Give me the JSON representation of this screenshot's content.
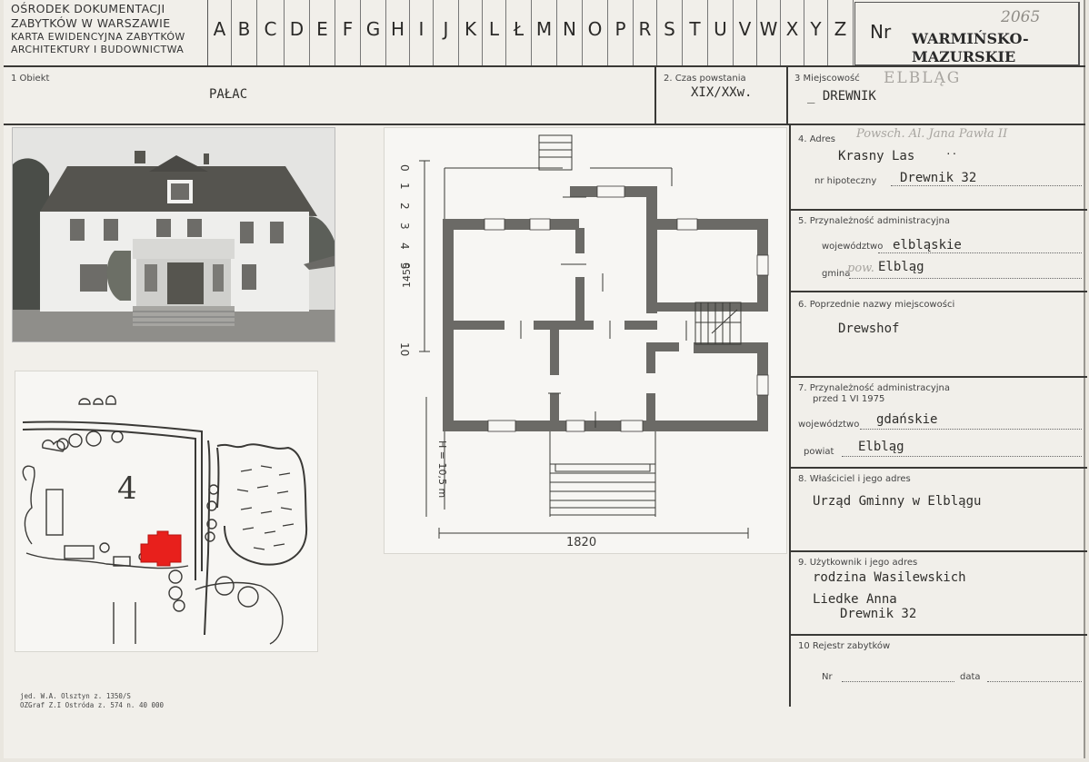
{
  "header": {
    "institution": [
      "OŚRODEK DOKUMENTACJI",
      "ZABYTKÓW W WARSZAWIE",
      "KARTA EWIDENCYJNA ZABYTKÓW",
      "ARCHITEKTURY I BUDOWNICTWA"
    ],
    "letters": [
      "A",
      "B",
      "C",
      "D",
      "E",
      "F",
      "G",
      "H",
      "I",
      "J",
      "K",
      "L",
      "Ł",
      "M",
      "N",
      "O",
      "P",
      "R",
      "S",
      "T",
      "U",
      "V",
      "W",
      "X",
      "Y",
      "Z"
    ],
    "nr_label": "Nr",
    "nr_value": "2065",
    "voivodeship_line1": "WARMIŃSKO-",
    "voivodeship_line2": "MAZURSKIE"
  },
  "fields": {
    "obiekt_label": "1 Obiekt",
    "obiekt_value": "PAŁAC",
    "czas_label": "2. Czas powstania",
    "czas_value": "XIX/XXw.",
    "miejscowosc_label": "3 Miejscowość",
    "miejscowosc_value": "_ DREWNIK",
    "miejscowosc_hand": "ELBLĄG",
    "adres_label": "4. Adres",
    "adres_hand": "Powsch. Al. Jana Pawła II",
    "adres_value": "Krasny Las",
    "adres_dots": "..",
    "hipoteczny_label": "nr hipoteczny",
    "hipoteczny_value": "Drewnik 32",
    "przynaleznosc_label": "5. Przynależność administracyjna",
    "wojewodztwo_label": "województwo",
    "wojewodztwo_value": "elbląskie",
    "gmina_label": "gmina",
    "gmina_hand": "pow.",
    "gmina_value": "Elbląg",
    "poprzednie_label": "6. Poprzednie nazwy miejscowości",
    "poprzednie_value": "Drewshof",
    "przynaleznosc1975_label_1": "7. Przynależność administracyjna",
    "przynaleznosc1975_label_2": "przed 1 VI 1975",
    "wojewodztwo1975_label": "województwo",
    "wojewodztwo1975_value": "gdańskie",
    "powiat_label": "powiat",
    "powiat_value": "Elbląg",
    "wlasciciel_label": "8. Właściciel i jego adres",
    "wlasciciel_value": "Urząd Gminny w Elblągu",
    "uzytkownik_label": "9. Użytkownik i jego adres",
    "uzytkownik_value_1": "rodzina Wasilewskich",
    "uzytkownik_value_2": "Liedke Anna",
    "uzytkownik_value_3": "Drewnik 32",
    "rejestr_label": "10 Rejestr zabytków",
    "rejestr_nr_label": "Nr",
    "rejestr_data_label": "data"
  },
  "plan": {
    "scale_ticks": [
      "0",
      "1",
      "2",
      "3",
      "4",
      "5",
      "10"
    ],
    "dimension_width": "1820",
    "dimension_depth": "1450",
    "height_note": "H = 10,5 m"
  },
  "map": {
    "parcel_number": "4"
  },
  "footer": {
    "line1": "jed. W.A. Olsztyn z. 1350/S",
    "line2": "OZGraf Z.I Ostróda z. 574 n. 40 000"
  }
}
